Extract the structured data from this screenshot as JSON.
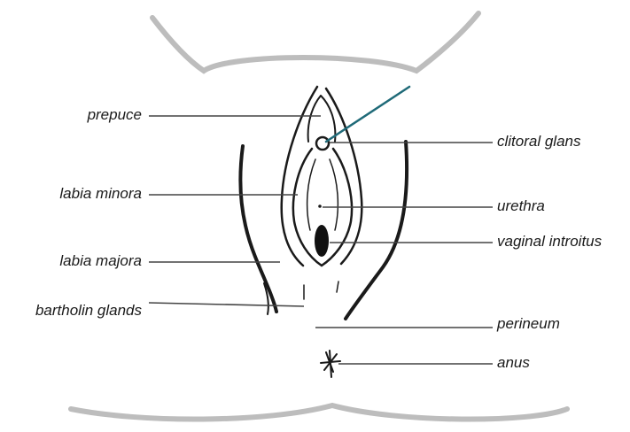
{
  "labels": {
    "left": [
      "prepuce",
      "labia minora",
      "labia majora",
      "bartholin glands"
    ],
    "right": [
      "clitoral glans",
      "urethra",
      "vaginal introitus",
      "perineum",
      "anus"
    ]
  },
  "colors": {
    "ink": "#1a1a1a",
    "leader": "#444444",
    "body_outline": "#bdbdbd",
    "pointer_accent": "#1f6a78"
  }
}
